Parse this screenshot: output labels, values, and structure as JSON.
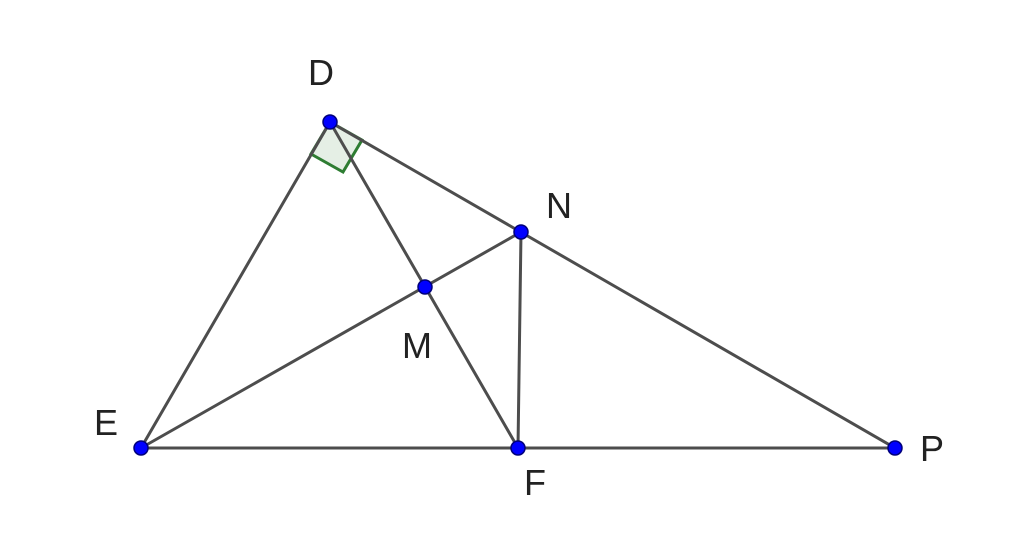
{
  "figure": {
    "points": {
      "D": {
        "label": "D"
      },
      "E": {
        "label": "E"
      },
      "F": {
        "label": "F"
      },
      "P": {
        "label": "P"
      },
      "N": {
        "label": "N"
      },
      "M": {
        "label": "M"
      }
    },
    "segments": [
      [
        "D",
        "E"
      ],
      [
        "D",
        "P"
      ],
      [
        "E",
        "P"
      ],
      [
        "D",
        "F"
      ],
      [
        "E",
        "N"
      ],
      [
        "N",
        "F"
      ]
    ],
    "right_angle_at": "D",
    "colors": {
      "point": "#0000ff",
      "segment": "#4d4d4d",
      "right_angle": "#2e7d32"
    }
  }
}
